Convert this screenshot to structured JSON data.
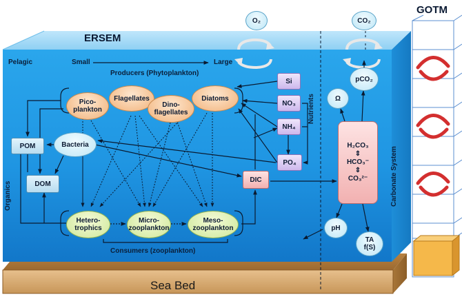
{
  "labels": {
    "ersem": "ERSEM",
    "gotm": "GOTM",
    "pelagic": "Pelagic",
    "small": "Small",
    "large": "Large",
    "producers": "Producers (Phytoplankton)",
    "consumers": "Consumers (zooplankton)",
    "organics": "Organics",
    "nutrients": "Nutrients",
    "carbonate_system": "Carbonate System",
    "sea_bed": "Sea Bed"
  },
  "nodes": {
    "o2": "O₂",
    "co2": "CO₂",
    "pco2": "pCO₂",
    "omega": "Ω",
    "picoplankton": "Pico-\nplankton",
    "flagellates": "Flagellates",
    "dinoflagellates": "Dino-\nflagellates",
    "diatoms": "Diatoms",
    "bacteria": "Bacteria",
    "pom": "POM",
    "dom": "DOM",
    "heterotrophs": "Hetero-\ntrophics",
    "microzooplankton": "Micro-\nzooplankton",
    "mesozooplankton": "Meso-\nzooplankton",
    "si": "Si",
    "no3": "NO₃",
    "nh4": "NH₄",
    "po4": "PO₄",
    "dic": "DIC",
    "carbonate": "H₂CO₃\n⇕\nHCO₃⁻\n⇕\nCO₃²⁻",
    "ph": "pH",
    "ta": "TA\nf(S)"
  }
}
